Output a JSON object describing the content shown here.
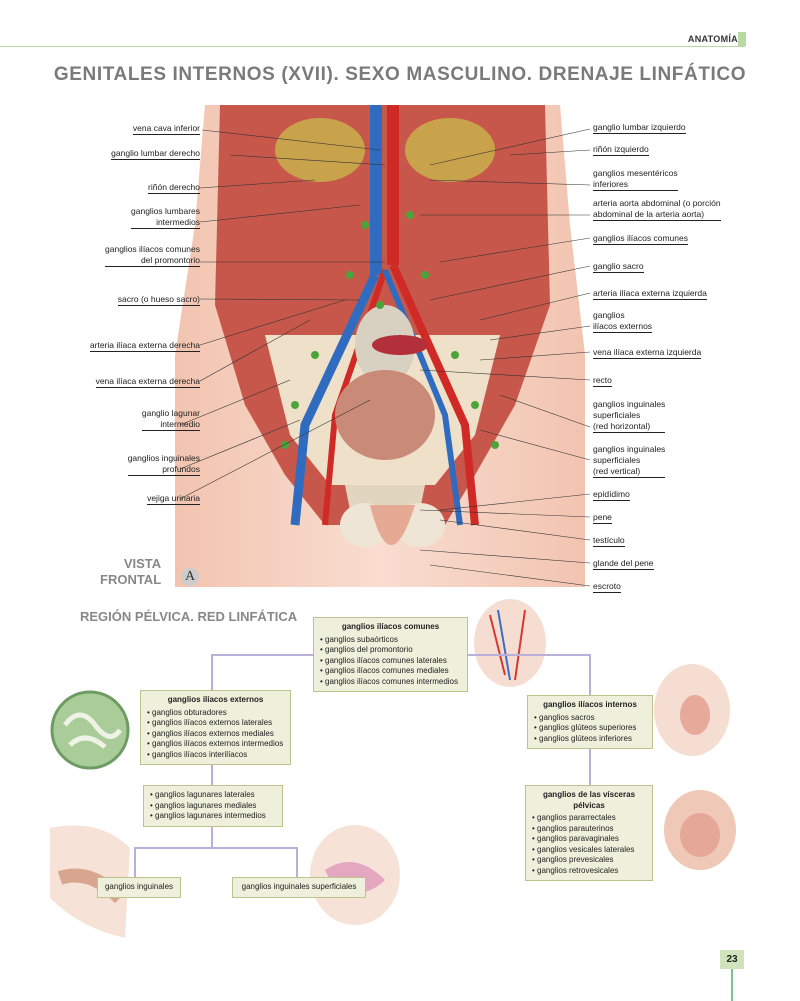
{
  "header": {
    "section": "ANATOMÍA",
    "title": "GENITALES INTERNOS (XVII). SEXO MASCULINO. DRENAJE LINFÁTICO"
  },
  "figure": {
    "view": [
      "VISTA",
      "FRONTAL"
    ],
    "badge": "A",
    "left_labels": [
      [
        "vena cava inferior"
      ],
      [
        "ganglio lumbar derecho"
      ],
      [
        "riñón derecho"
      ],
      [
        "ganglios lumbares",
        "intermedios"
      ],
      [
        "ganglios ilíacos comunes",
        "del promontorio"
      ],
      [
        "sacro (o hueso sacro)"
      ],
      [
        "arteria ilíaca externa derecha"
      ],
      [
        "vena ilíaca externa derecha"
      ],
      [
        "ganglio lagunar",
        "intermedio"
      ],
      [
        "ganglios inguinales",
        "profundos"
      ],
      [
        "vejiga urinaria"
      ]
    ],
    "right_labels": [
      [
        "ganglio lumbar izquierdo"
      ],
      [
        "riñón izquierdo"
      ],
      [
        "ganglios mesentéricos",
        "inferiores"
      ],
      [
        "arteria aorta abdominal (o porción",
        "abdominal de la arteria aorta)"
      ],
      [
        "ganglios ilíacos comunes"
      ],
      [
        "ganglio sacro"
      ],
      [
        "arteria ilíaca externa izquierda"
      ],
      [
        "ganglios",
        "ilíacos externos"
      ],
      [
        "vena ilíaca externa izquierda"
      ],
      [
        "recto"
      ],
      [
        "ganglios inguinales",
        "superficiales",
        "(red horizontal)"
      ],
      [
        "ganglios inguinales",
        "superficiales",
        "(red vertical)"
      ],
      [
        "epidídimo"
      ],
      [
        "pene"
      ],
      [
        "testículo"
      ],
      [
        "glande del pene"
      ],
      [
        "escroto"
      ]
    ]
  },
  "diagram": {
    "subtitle": "REGIÓN PÉLVICA. RED LINFÁTICA",
    "comunes": {
      "title": "ganglios ilíacos comunes",
      "items": [
        "ganglios subaórticos",
        "ganglios del promontorio",
        "ganglios ilíacos comunes laterales",
        "ganglios ilíacos comunes mediales",
        "ganglios ilíacos comunes intermedios"
      ]
    },
    "externos": {
      "title": "ganglios ilíacos externos",
      "items": [
        "ganglios obturadores",
        "ganglios ilíacos externos laterales",
        "ganglios ilíacos externos mediales",
        "ganglios ilíacos externos intermedios",
        "ganglios ilíacos interilíacos"
      ]
    },
    "lagunares": {
      "items": [
        "ganglios lagunares laterales",
        "ganglios lagunares mediales",
        "ganglios lagunares intermedios"
      ]
    },
    "inguinales": "ganglios inguinales",
    "inguinales_sup": "ganglios inguinales superficiales",
    "internos": {
      "title": "ganglios ilíacos internos",
      "items": [
        "ganglios sacros",
        "ganglios glúteos superiores",
        "ganglios glúteos inferiores"
      ]
    },
    "visceras": {
      "title": "ganglios de las vísceras pélvicas",
      "items": [
        "ganglios pararrectales",
        "ganglios parauterinos",
        "ganglios paravaginales",
        "ganglios vesicales laterales",
        "ganglios prevesicales",
        "ganglios retrovesicales"
      ]
    }
  },
  "page_number": "23",
  "colors": {
    "accent": "#b9d9a2",
    "box": "#eef0dc",
    "connector": "#b8b0d8"
  }
}
